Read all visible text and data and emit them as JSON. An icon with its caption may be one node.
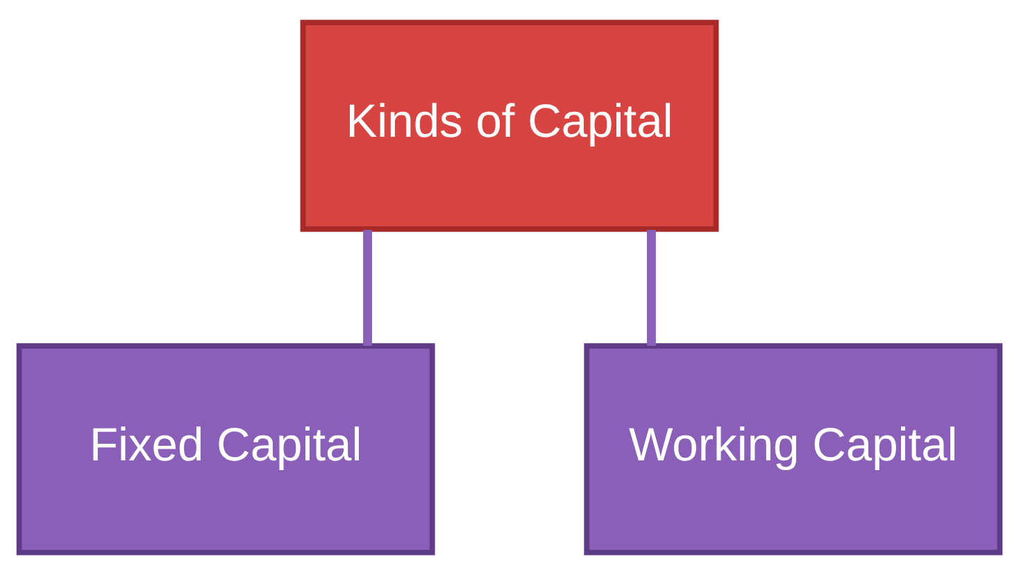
{
  "diagram": {
    "nodes": [
      {
        "text": [
          "Kinds of Capital"
        ]
      },
      {
        "text": [
          "Fixed Capital"
        ]
      },
      {
        "text": [
          "Working Capital"
        ]
      }
    ],
    "edges": [
      {
        "from": 0,
        "to": 1,
        "arrow": "none"
      },
      {
        "from": 0,
        "to": 2,
        "arrow": "none"
      }
    ]
  }
}
